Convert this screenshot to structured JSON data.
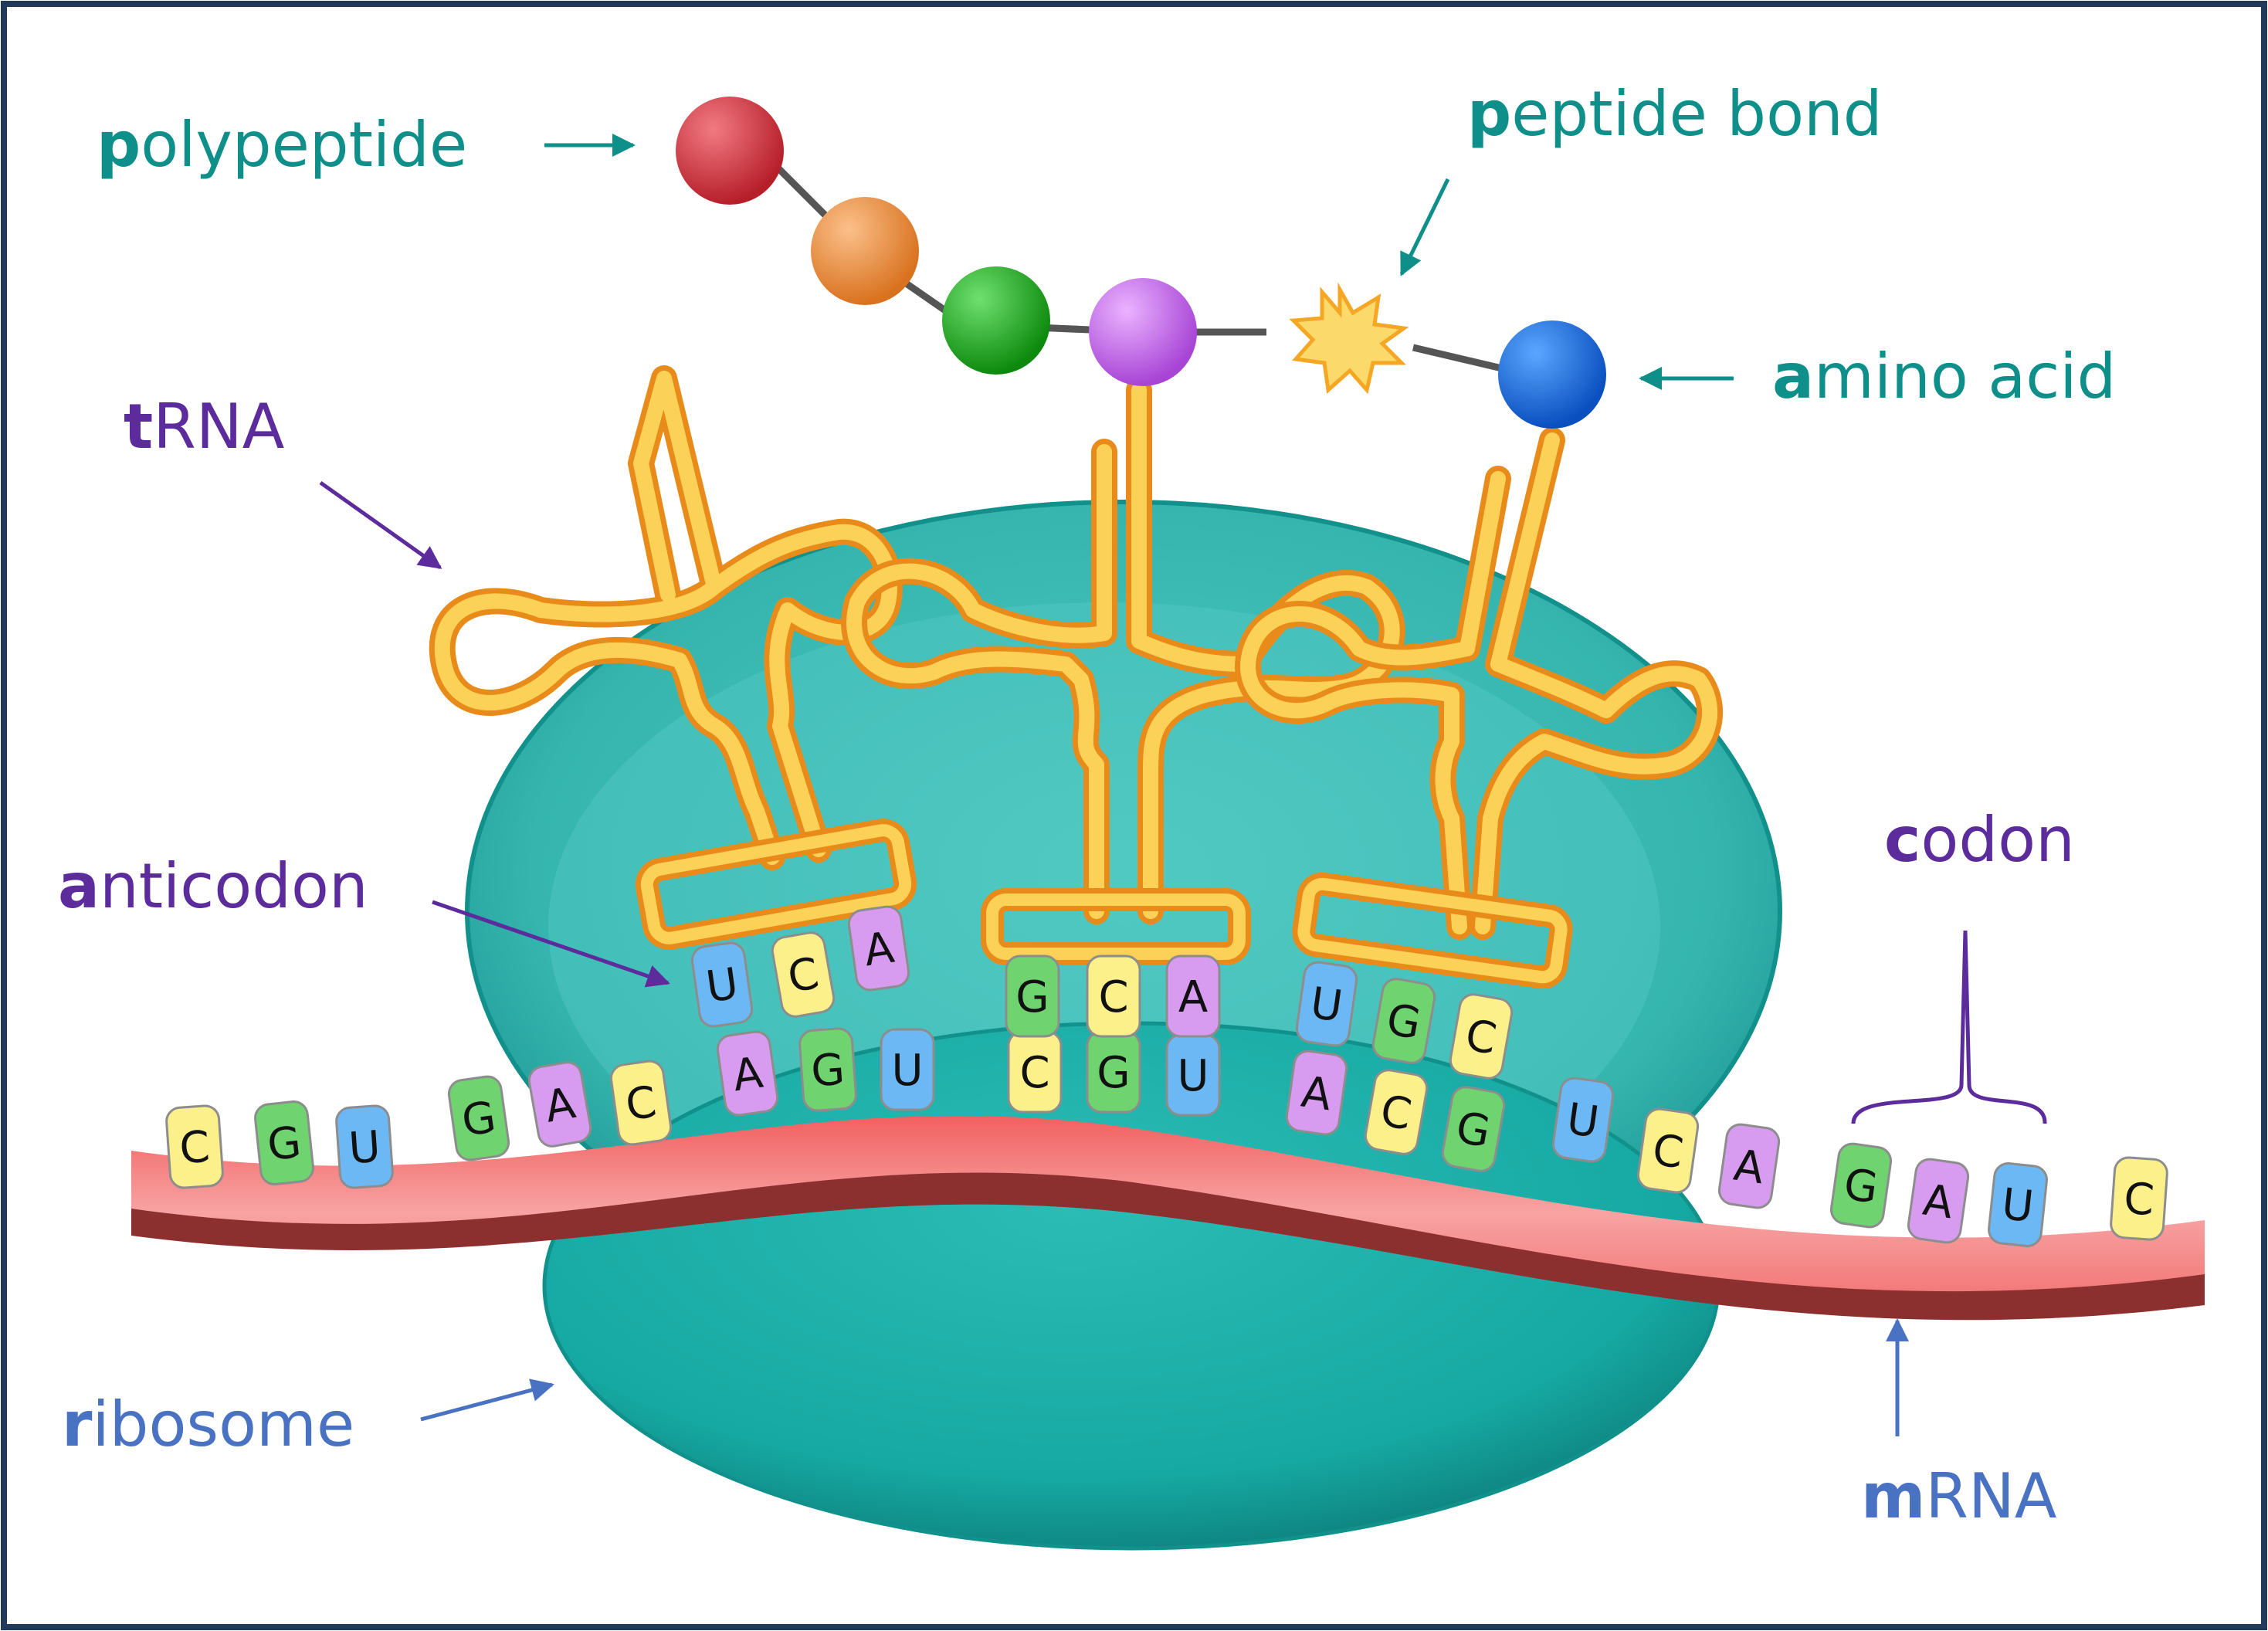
{
  "colors": {
    "teal_label": "#0f8f8a",
    "purple_label": "#5c2b9c",
    "blue_label": "#4a72c3",
    "ribosome": "#1eb3ad",
    "trna": "#f5b82e",
    "mrna": "#f26b6b",
    "peptide_bond": "#fbd96a",
    "frame_border": "#213a5c"
  },
  "labels": {
    "polypeptide": {
      "initial": "p",
      "rest": "olypeptide"
    },
    "peptide_bond": {
      "initial": "p",
      "rest": "eptide bond"
    },
    "amino_acid": {
      "initial": "a",
      "rest": "mino acid"
    },
    "trna": {
      "initial": "t",
      "rest": "RNA"
    },
    "anticodon": {
      "initial": "a",
      "rest": "nticodon"
    },
    "codon": {
      "initial": "c",
      "rest": "odon"
    },
    "ribosome": {
      "initial": "r",
      "rest": "ibosome"
    },
    "mrna": {
      "initial": "m",
      "rest": "RNA"
    }
  },
  "nucleotide_colors": {
    "A": "#d79cf0",
    "C": "#fbf08a",
    "G": "#6fd36f",
    "U": "#6cb8f5"
  },
  "polypeptide_beads": [
    {
      "color": "#d6343f",
      "icon": "amino-acid-red"
    },
    {
      "color": "#f29140",
      "icon": "amino-acid-orange"
    },
    {
      "color": "#1fae1f",
      "icon": "amino-acid-green"
    },
    {
      "color": "#cc66f0",
      "icon": "amino-acid-violet"
    },
    {
      "color": "#0a66e0",
      "icon": "amino-acid-blue"
    }
  ],
  "mrna_bases": [
    "C",
    "G",
    "U",
    "G",
    "A",
    "C",
    "A",
    "G",
    "U",
    "C",
    "G",
    "U",
    "A",
    "C",
    "G",
    "U",
    "C",
    "A",
    "G",
    "A",
    "U",
    "C"
  ],
  "anticodons": [
    [
      "U",
      "C",
      "A"
    ],
    [
      "G",
      "C",
      "A"
    ],
    [
      "U",
      "G",
      "C"
    ]
  ]
}
